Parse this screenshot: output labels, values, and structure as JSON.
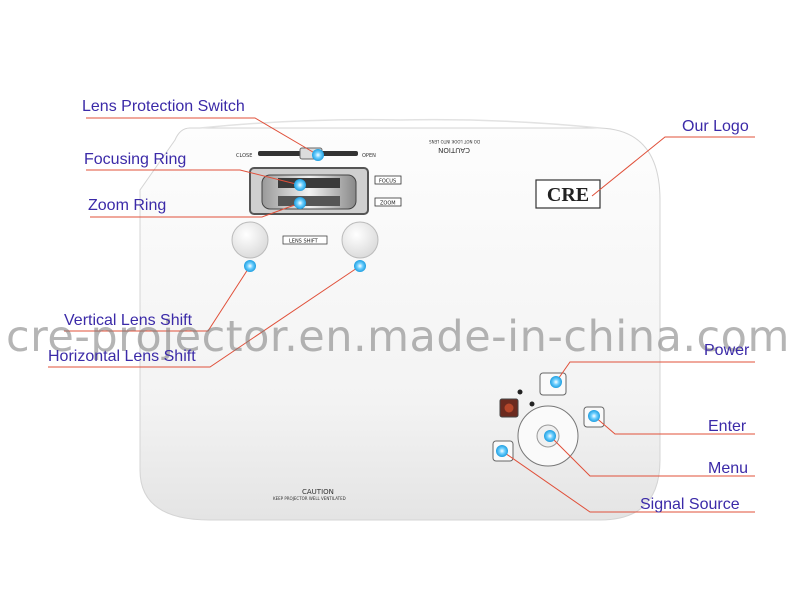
{
  "colors": {
    "label_text": "#3b2aa8",
    "leader_line": "#e0503a",
    "marker": "#29a9e8",
    "housing": "#f7f7f7",
    "brand": "#222222"
  },
  "labels": {
    "lens_protection_switch": "Lens Protection Switch",
    "focusing_ring": "Focusing Ring",
    "zoom_ring": "Zoom Ring",
    "vertical_lens_shift": "Vertical Lens Shift",
    "horizontal_lens_shift": "Horizontal Lens Shift",
    "our_logo": "Our Logo",
    "power": "Power",
    "enter": "Enter",
    "menu": "Menu",
    "signal_source": "Signal Source"
  },
  "device": {
    "brand": "CRE",
    "close_label": "CLOSE",
    "open_label": "OPEN",
    "focus_label": "FOCUS",
    "zoom_label": "ZOOM",
    "lens_shift_label": "LENS SHIFT",
    "caution_top": "CAUTION",
    "caution_top_sub1": "DO NOT LOOK INTO LENS",
    "caution_bottom": "CAUTION",
    "caution_bottom_sub": "KEEP PROJECTOR WELL VENTILATED"
  },
  "watermark": "cre-projector.en.made-in-china.com"
}
